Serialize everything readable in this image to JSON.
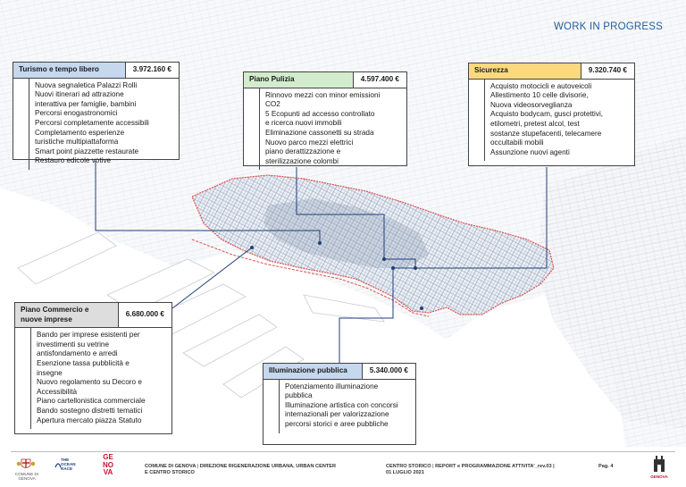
{
  "header": {
    "title": "WORK IN PROGRESS"
  },
  "boxes": {
    "turismo": {
      "name": "Turismo e tempo libero",
      "amount": "3.972.160 €",
      "items": [
        "Nuova segnaletica Palazzi Rolli",
        "Nuovi itinerari ad attrazione\ninterattiva per famiglie, bambini",
        "Percorsi enogastronomici",
        "Percorsi completamente accessibili",
        "Completamento esperienze\nturistiche multipiattaforma",
        "Smart point piazzette restaurate",
        "Restauro edicole votive"
      ]
    },
    "pulizia": {
      "name": "Piano Pulizia",
      "amount": "4.597.400 €",
      "items": [
        "Rinnovo mezzi con minor emissioni\nCO2",
        "5 Ecopunti ad accesso controllato\ne ricerca nuovi immobili",
        "Eliminazione cassonetti su strada",
        "Nuovo parco mezzi elettrici",
        "piano derattizzazione e\nsterilizzazione colombi"
      ]
    },
    "sicurezza": {
      "name": "Sicurezza",
      "amount": "9.320.740 €",
      "items": [
        "Acquisto motocicli e autoveicoli",
        "Allestimento 10 celle divisorie,",
        "Nuova videosorveglianza",
        "Acquisto bodycam, gusci protettivi,\netilometri, pretest alcol, test\nsostanze stupefacenti, telecamere\noccultabili mobili",
        "Assunzione nuovi agenti"
      ]
    },
    "commercio": {
      "name": "Piano Commercio e\nnuove imprese",
      "amount": "6.680.000 €",
      "items": [
        "Bando per imprese esistenti per\ninvestimenti su vetrine\nantisfondamento e arredi",
        "Esenzione tassa pubblicità e\ninsegne",
        "Nuovo regolamento su Decoro e\nAccessibilità",
        "Piano cartellonistica commerciale",
        "Bando sostegno distretti tematici",
        "Apertura mercato piazza Statuto"
      ]
    },
    "illuminazione": {
      "name": "Illuminazione pubblica",
      "amount": "5.340.000 €",
      "items": [
        "Potenziamento illuminazione\npubblica",
        " ",
        "Illuminazione artistica con concorsi\ninternazionali per valorizzazione\npercorsi storici e aree pubbliche"
      ]
    }
  },
  "footer": {
    "org": "COMUNE DI GENOVA",
    "dept": "DIREZIONE RIGENERAZIONE URBANA, URBAN CENTER",
    "dept2": "E CENTRO STORICO",
    "area": "CENTRO STORICO",
    "report": "REPORT e PROGRAMMAZIONE ATTIVITA'_rev.03 |",
    "date": "01 LUGLIO 2021",
    "page": "Pag. 4",
    "sep": "|",
    "logo_comune": "COMUNE DI GENOVA",
    "logo_ocean_1": "THE",
    "logo_ocean_2": "OCEAN",
    "logo_ocean_3": "RACE",
    "logo_genova_1": "GE",
    "logo_genova_2": "NO",
    "logo_genova_3": "VA",
    "logo_right": "GENOVA"
  },
  "colors": {
    "title": "#1f5fa6",
    "turismo": "#c6d8ee",
    "pulizia": "#d3eccd",
    "sicurezza": "#fbd97e",
    "commercio": "#dddddd",
    "illuminazione": "#c6d8ee",
    "district_outline": "#d9534f",
    "connector": "#1f3f7a"
  }
}
